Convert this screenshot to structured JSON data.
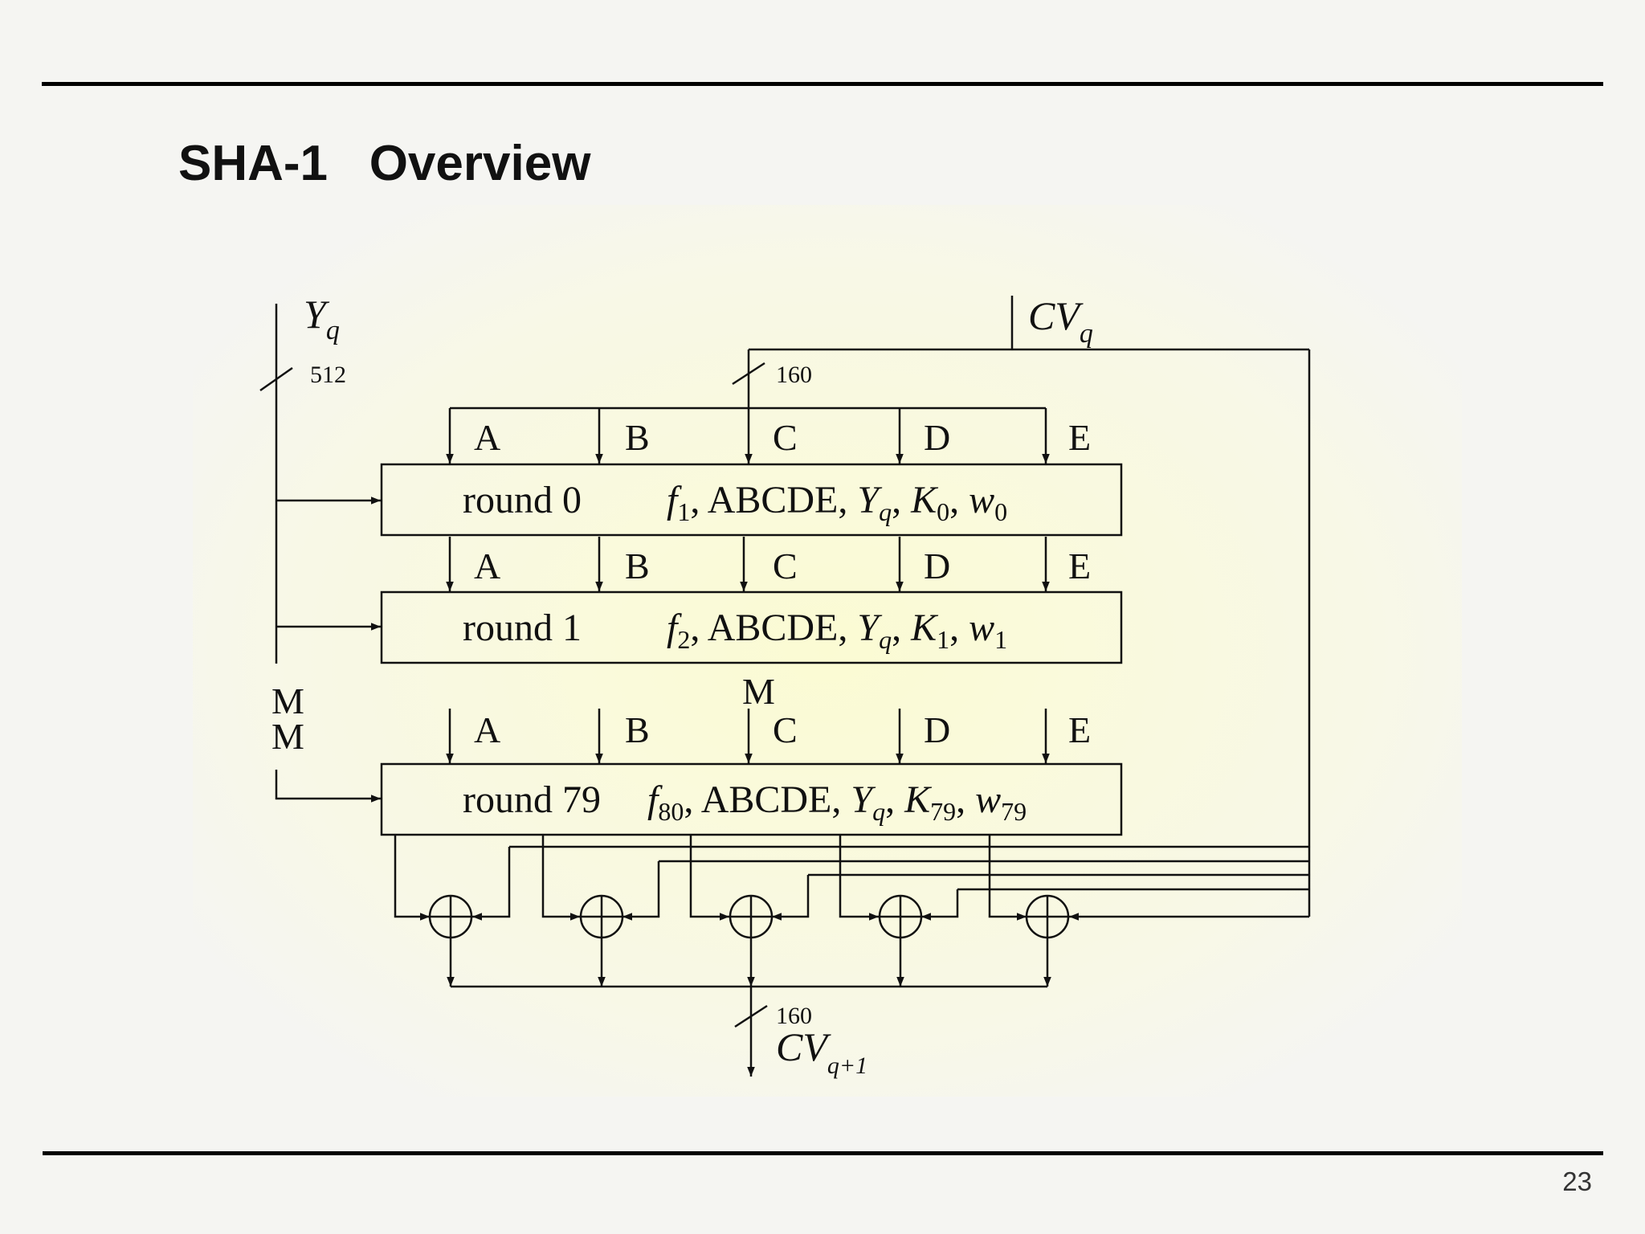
{
  "slide": {
    "title": "SHA-1   Overview",
    "page_number": "23"
  },
  "diagram": {
    "input_block": {
      "symbol": "Y",
      "subscript": "q",
      "width": "512"
    },
    "chaining_in": {
      "symbol": "CV",
      "subscript": "q",
      "width": "160"
    },
    "register_labels": [
      "A",
      "B",
      "C",
      "D",
      "E"
    ],
    "rounds": [
      {
        "label": "round 0",
        "f": "f",
        "f_sub": "1",
        "mid": ", ABCDE, ",
        "y": "Y",
        "y_sub": "q",
        "k": "K",
        "k_sub": "0",
        "w": "w",
        "w_sub": "0"
      },
      {
        "label": "round 1",
        "f": "f",
        "f_sub": "2",
        "mid": ", ABCDE, ",
        "y": "Y",
        "y_sub": "q",
        "k": "K",
        "k_sub": "1",
        "w": "w",
        "w_sub": "1"
      },
      {
        "label": "round 79",
        "f": "f",
        "f_sub": "80",
        "mid": ", ABCDE, ",
        "y": "Y",
        "y_sub": "q",
        "k": "K",
        "k_sub": "79",
        "w": "w",
        "w_sub": "79"
      }
    ],
    "ellipsis_left": [
      "M",
      "M"
    ],
    "ellipsis_center": "M",
    "chaining_out": {
      "symbol": "CV",
      "subscript": "q+1",
      "width": "160"
    },
    "colors": {
      "background_glow": "#fbfbd8",
      "line": "#111111"
    }
  }
}
